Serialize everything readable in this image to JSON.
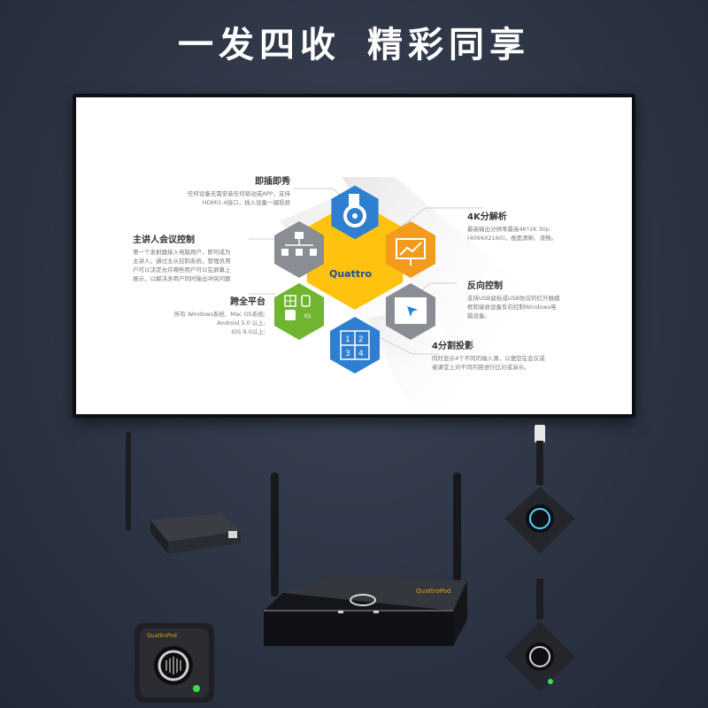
{
  "headline": [
    "一发四收",
    "精彩同享"
  ],
  "diagram": {
    "center": "Quattro",
    "features": [
      {
        "title": "即插即秀",
        "desc": [
          "任何设备无需安装任何驱动或APP，支持",
          "HDMI1.4接口，插入设备一键投屏"
        ]
      },
      {
        "title": "4K分解析",
        "desc": [
          "最高输出分辨率最高4K*2K 30p",
          "(4096X2160)，画面清晰、流畅。"
        ]
      },
      {
        "title": "主讲人会议控制",
        "desc": [
          "第一个发射器接入电脑用户，即可成为",
          "主讲人，通过主从控制系统，管理员用",
          "户可以决定允许哪些用户可以在屏幕上",
          "展示，以解决多用户同时输出冲突问题"
        ]
      },
      {
        "title": "反向控制",
        "desc": [
          "支持USB鼠标或USB协议的红外触摸",
          "框和接收设备反向控制Windows电",
          "脑设备。"
        ]
      },
      {
        "title": "跨全平台",
        "desc": [
          "所有 Windows系统、Mac OS系统;",
          "Android 5.0 以上;",
          "IOS 9.0以上;"
        ]
      },
      {
        "title": "4分割投影",
        "desc": [
          "同时显示4个不同的输入源，以便您在会议或",
          "者课堂上对不同内容进行比对或演示。"
        ]
      }
    ],
    "quad_numbers": [
      "1",
      "2",
      "3",
      "4"
    ],
    "ks_label": "KS"
  },
  "products": {
    "receiver_brand": "QuattroPod",
    "dongle_brand": "QuattroPod"
  },
  "colors": {
    "background": "#2c3343",
    "hex_center": "#f7b500",
    "hex_blue": "#2f7fd0",
    "hex_orange": "#f39b1a",
    "hex_grey": "#8a8d93",
    "hex_green": "#6fb52f"
  },
  "icons": [
    "pointer-icon",
    "presentation-chart-icon",
    "hierarchy-icon",
    "touch-screen-icon",
    "platform-icon",
    "quad-split-icon"
  ]
}
